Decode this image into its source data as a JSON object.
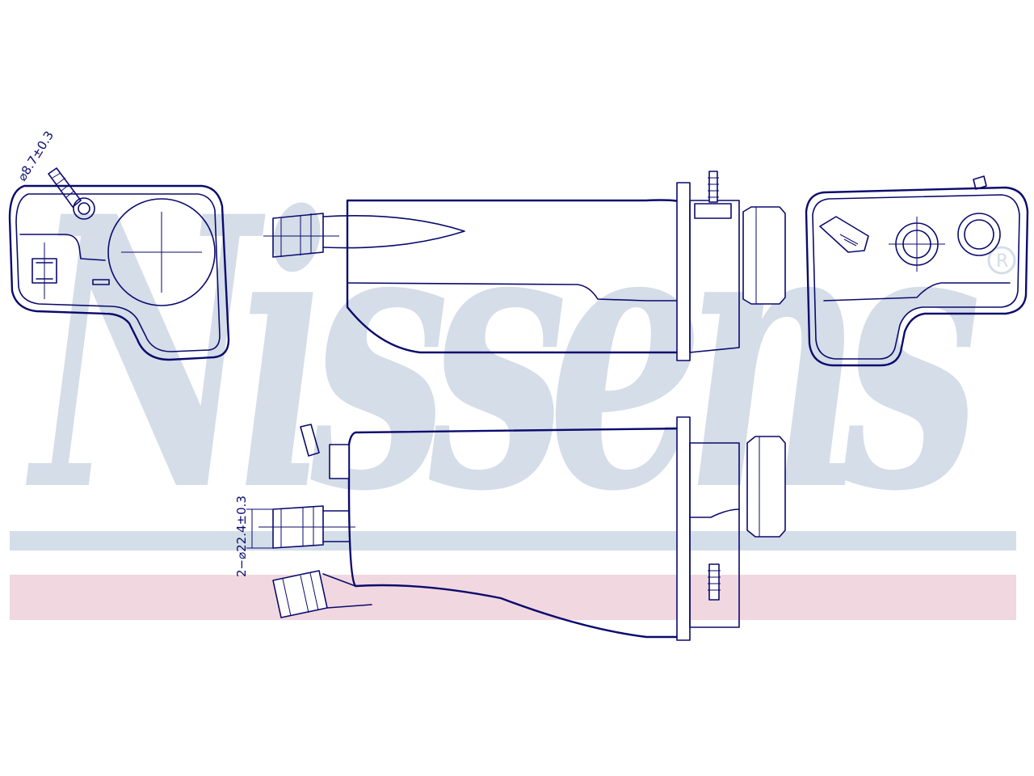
{
  "watermark": {
    "text": "Nissens",
    "registered_mark": "®",
    "band_top_color": "#d3dee8",
    "band_bottom_color": "#f1d7df"
  },
  "dimensions": {
    "hose_fitting_diameter": "⌀8.7±0.3",
    "outlet_diameter": "2−⌀22.4±0.3"
  },
  "colors": {
    "line": "#0a0a6e",
    "watermark": "#d4dde8",
    "background": "#ffffff"
  }
}
